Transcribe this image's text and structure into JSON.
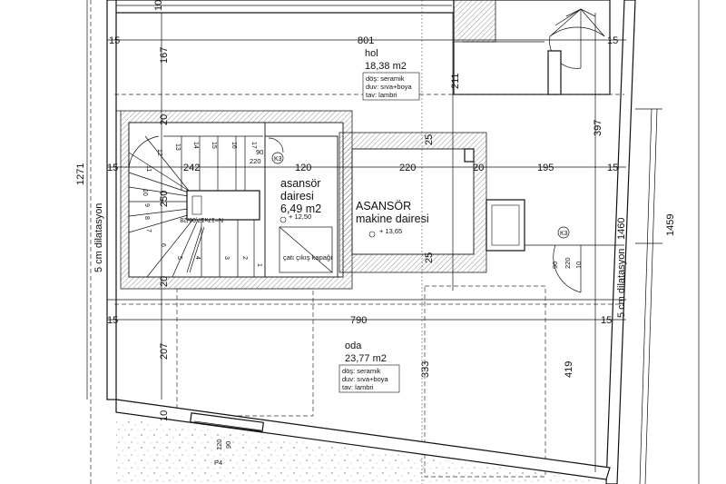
{
  "rooms": {
    "hol": {
      "name": "hol",
      "area": "18,38 m2",
      "notes": [
        "döş: seramik",
        "duv: sıva+boya",
        "tav: lambri"
      ]
    },
    "asansor_dairesi": {
      "name_line1": "asansör",
      "name_line2": "dairesi",
      "area": "6,49 m2",
      "level": "+ 12,50",
      "hatch_label": "çatı çıkış kapağı"
    },
    "makine_dairesi": {
      "name_line1": "ASANSÖR",
      "name_line2": "makine dairesi",
      "level": "+ 13,65"
    },
    "oda": {
      "name": "oda",
      "area": "23,77 m2",
      "notes": [
        "döş: seramik",
        "duv: sıva+boya",
        "tav: lambri"
      ]
    }
  },
  "stair": {
    "label": "N=17x17,06/28",
    "steps": [
      "1",
      "2",
      "3",
      "4",
      "5",
      "6",
      "7",
      "8",
      "9",
      "10",
      "11",
      "12",
      "13",
      "14",
      "15",
      "16",
      "17"
    ]
  },
  "door_tags": [
    "K3",
    "K3"
  ],
  "window_tag": "P4",
  "expansion_joint_left": "5 cm dilatasyon",
  "expansion_joint_right": "5 cm dilatasyon",
  "dimensions": {
    "top_thickness": "10",
    "left_wall_top": "15",
    "right_wall_top": "15",
    "hol_width": "801",
    "hol_height_left": "167",
    "hol_height_mid": "211",
    "upper_right": "397",
    "core_top_left": "20",
    "core_top_right": "25",
    "left_wall_mid": "15",
    "right_wall_mid": "15",
    "stair_width": "242",
    "elevator_width": "120",
    "machine_width": "220",
    "wall_20": "20",
    "right_width": "195",
    "stair_depth": "250",
    "door_w": "90",
    "door_h": "220",
    "core_bottom_left": "20",
    "core_bottom_right": "25",
    "side_door_w": "90",
    "side_door_h": "220",
    "side_door_t": "10",
    "left_wall_low": "15",
    "right_wall_low": "15",
    "oda_width": "790",
    "oda_left_height": "207",
    "oda_mid_height": "333",
    "oda_right_height": "419",
    "bottom_thickness": "10",
    "window_w": "120",
    "window_h": "90",
    "total_left": "1271",
    "total_right_a": "1460",
    "total_right_b": "1459"
  }
}
